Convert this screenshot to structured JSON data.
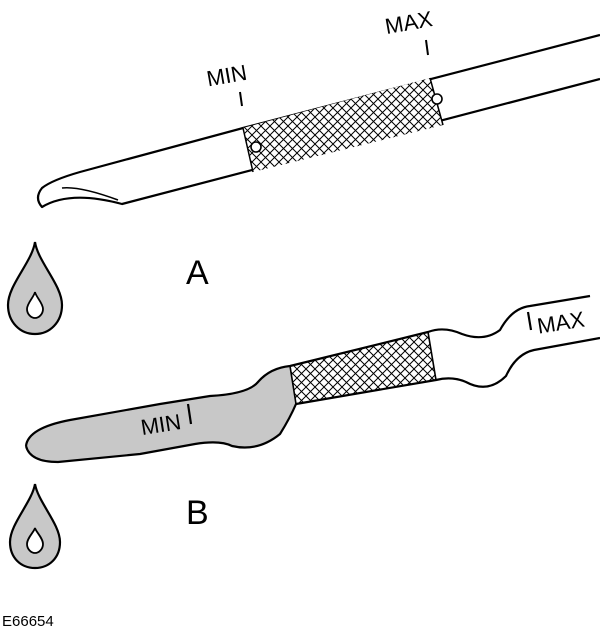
{
  "diagram": {
    "variant_a": {
      "label": "A",
      "min_label": "MIN",
      "max_label": "MAX"
    },
    "variant_b": {
      "label": "B",
      "min_label": "MIN",
      "max_label": "MAX"
    },
    "figure_code": "E66654",
    "colors": {
      "ink": "#000000",
      "fill_gray": "#c8c8c8",
      "background": "#ffffff"
    },
    "icons": [
      "oil-drop-icon",
      "oil-drop-icon"
    ]
  }
}
